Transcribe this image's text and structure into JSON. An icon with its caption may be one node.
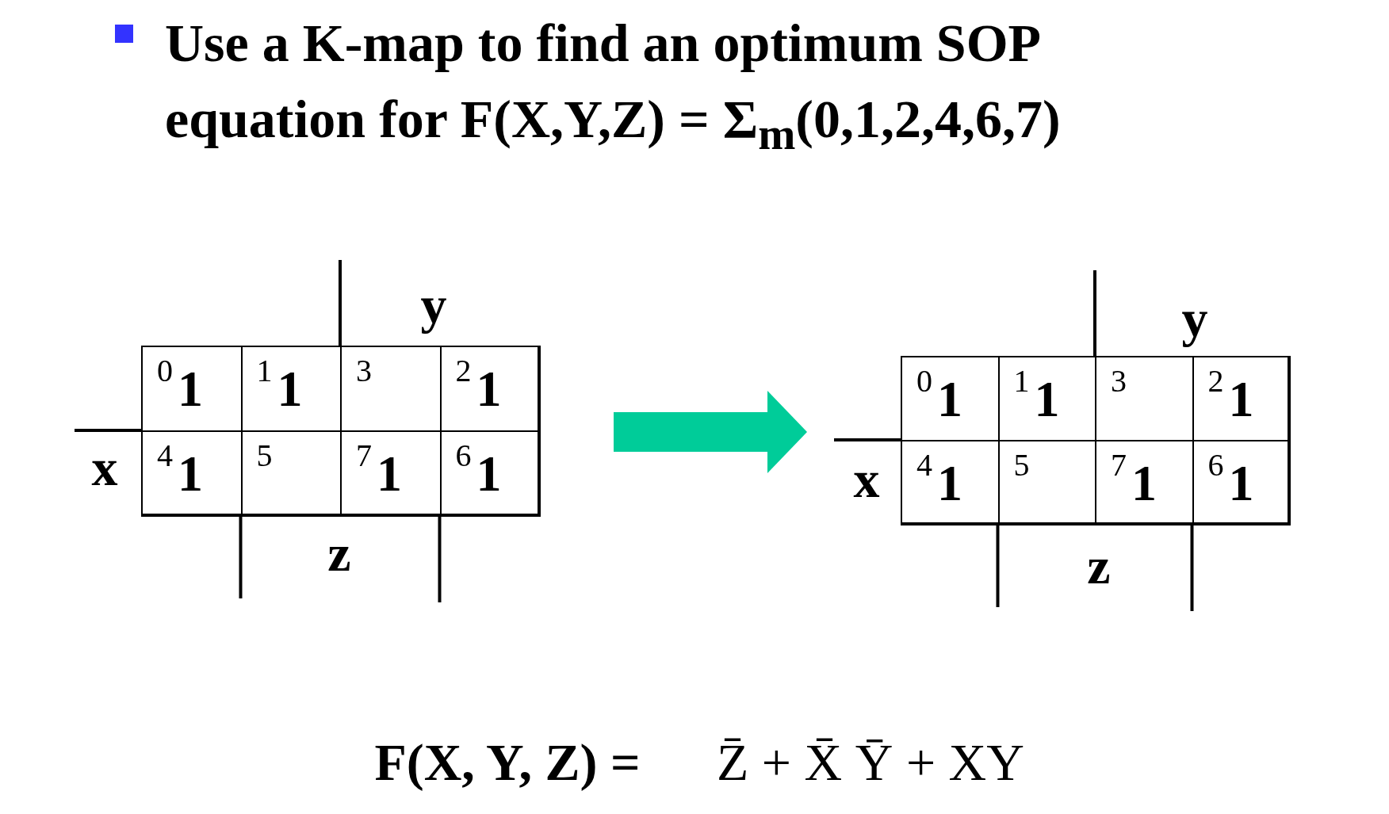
{
  "diagram": {
    "title": "Use a K-map to find an optimum SOP equation for F(X,Y,Z) = Σ$_{m}$(0,1,2,4,6,7)",
    "nodes": [
      {
        "text": [],
        "shape": "box"
      },
      {
        "text": [
          "0",
          "1"
        ],
        "in": 0
      },
      {
        "text": [
          "1",
          "1"
        ],
        "in": 0
      },
      {
        "text": [
          "3"
        ],
        "in": 0
      },
      {
        "text": [
          "2",
          "1"
        ],
        "in": 0
      },
      {
        "text": [
          "4",
          "1"
        ],
        "in": 0
      },
      {
        "text": [
          "5"
        ],
        "in": 0
      },
      {
        "text": [
          "7",
          "1"
        ],
        "in": 0
      },
      {
        "text": [
          "6",
          "1"
        ],
        "in": 0
      },
      {
        "text": [],
        "shape": "box"
      },
      {
        "text": [
          "0",
          "1"
        ],
        "in": 9
      },
      {
        "text": [
          "1",
          "1"
        ],
        "in": 9
      },
      {
        "text": [
          "3"
        ],
        "in": 9
      },
      {
        "text": [
          "2",
          "1"
        ],
        "in": 9
      },
      {
        "text": [
          "4",
          "1"
        ],
        "in": 9
      },
      {
        "text": [
          "5"
        ],
        "in": 9
      },
      {
        "text": [
          "7",
          "1"
        ],
        "in": 9
      },
      {
        "text": [
          "6",
          "1"
        ],
        "in": 9
      }
    ],
    "edges": [
      {
        "from": 0,
        "to": 9,
        "arrow": "to",
        "color": "#00cc99"
      }
    ],
    "labels": [
      "y",
      "x",
      "z",
      "y",
      "x",
      "z",
      "F(X, Y, Z) =",
      "Z̄ + X̄ Ȳ + XY"
    ]
  }
}
